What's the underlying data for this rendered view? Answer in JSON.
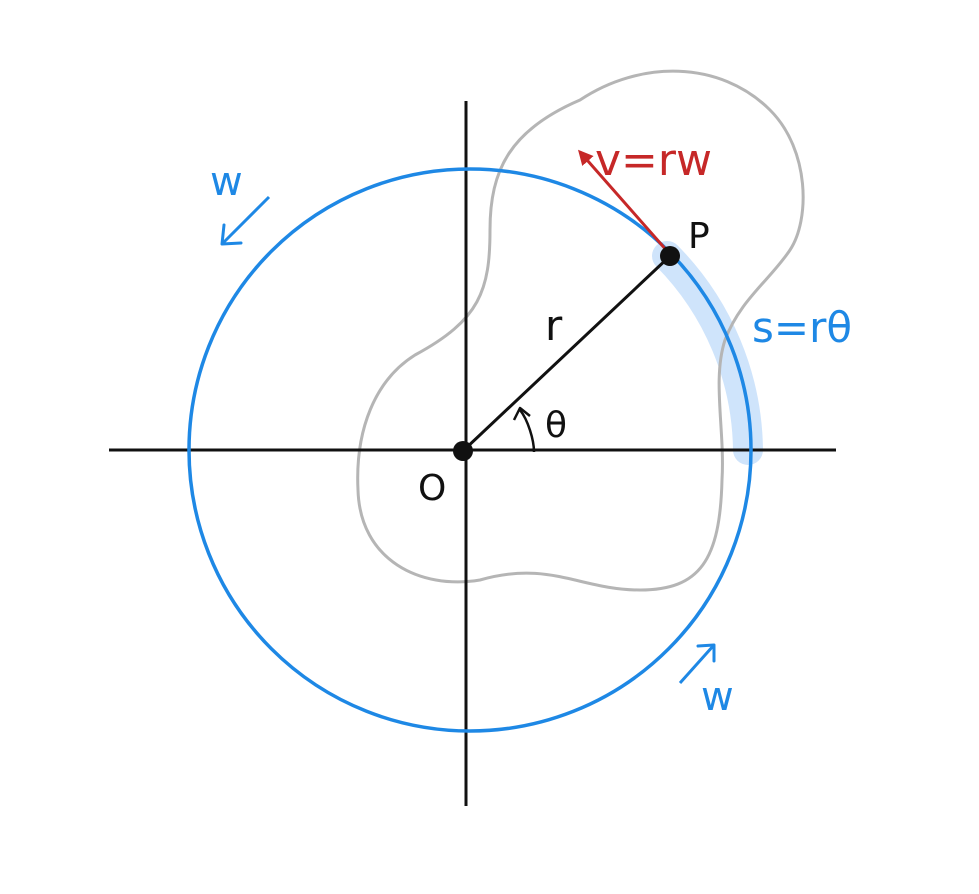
{
  "labels": {
    "velocity": "v=rw",
    "point": "P",
    "radius": "r",
    "angle": "θ",
    "origin": "O",
    "arc_length": "s=rθ",
    "omega_top": "w",
    "omega_bottom": "w"
  },
  "colors": {
    "circle": "#1e88e5",
    "arc_highlight": "#cfe4fb",
    "velocity": "#c62828",
    "blob": "#b5b5b5",
    "axes": "#111111"
  }
}
